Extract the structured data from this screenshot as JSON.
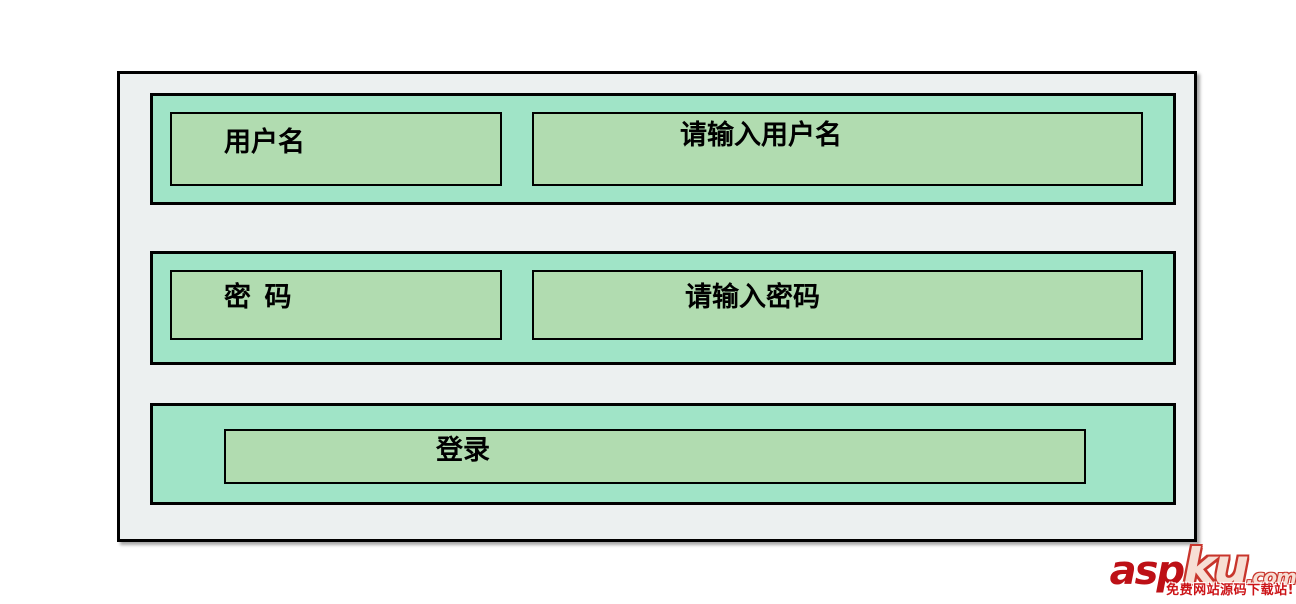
{
  "form": {
    "username": {
      "label": "用户名",
      "placeholder": "请输入用户名"
    },
    "password": {
      "label": "密 码",
      "placeholder": "请输入密码"
    },
    "login": {
      "label": "登录"
    }
  },
  "watermark": {
    "brand": {
      "part1": "asp",
      "part2": "ku",
      "part3": ".com"
    },
    "tagline": "免费网站源码下载站!"
  },
  "colors": {
    "page_background": "#ffffff",
    "panel_background": "#ecf0f0",
    "row_background": "#a0e4c7",
    "field_background": "#b1dcb0",
    "border": "#000000",
    "brand_red": "#bd1016"
  }
}
